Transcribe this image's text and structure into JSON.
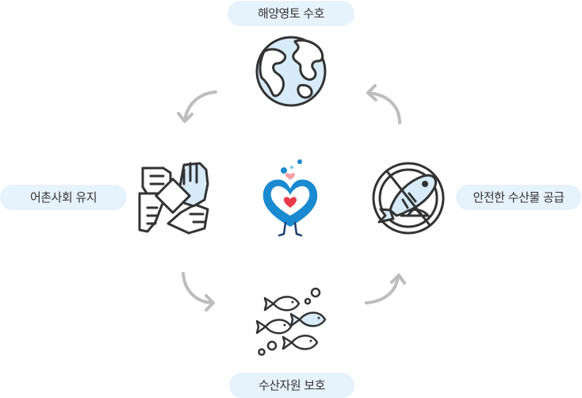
{
  "labels": {
    "top": "해양영토 수호",
    "left": "어촌사회 유지",
    "right": "안전한 수산물 공급",
    "bottom": "수산자원 보호"
  },
  "colors": {
    "pill_bg": "#e6f2fc",
    "icon_stroke": "#333333",
    "icon_fill": "#d7ebfb",
    "arrow": "#bdbdbd",
    "mascot_blue": "#1a8ad0",
    "heart_red": "#e8394a"
  },
  "icons": [
    "globe-icon",
    "handshake-icon",
    "fish-plate-icon",
    "fish-school-icon",
    "mascot-heart-icon"
  ]
}
